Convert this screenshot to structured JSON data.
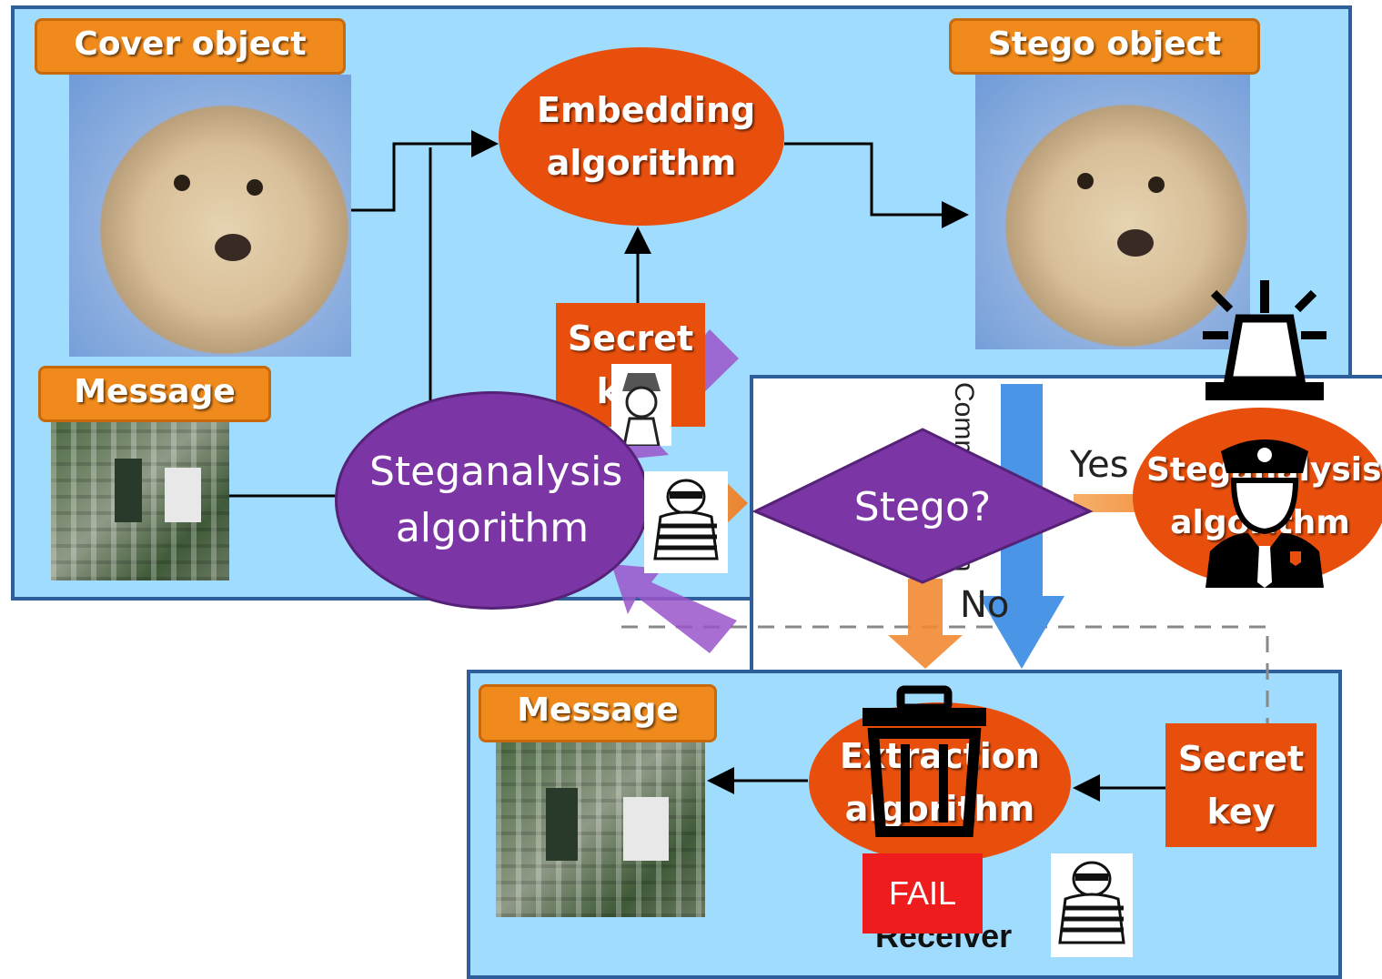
{
  "labels": {
    "cover_object": "Cover object",
    "stego_object": "Stego object",
    "message_top": "Message",
    "message_receiver": "Message",
    "embedding": "Embedding algorithm",
    "secret_key_top": "Secret key",
    "steganalysis_left": "Steganalysis algorithm",
    "stego_decision": "Stego?",
    "yes": "Yes",
    "no": "No",
    "steganalysis_right": "Steganalysis algorithm",
    "extraction": "Extraction algorithm",
    "secret_key_receiver": "Secret key",
    "fail": "FAIL",
    "receiver": "Receiver",
    "vertical_text": "Communication"
  },
  "icons": [
    "puppy-photo",
    "aerial-photo",
    "detective-icon",
    "thief-icon",
    "police-officer-icon",
    "alarm-light-icon",
    "trash-can-icon"
  ],
  "colors": {
    "panel_fill": "#9fdcfd",
    "panel_border": "#2f5f9b",
    "tag_orange": "#f08a1c",
    "algorithm_orange": "#e84f0d",
    "steganalysis_purple": "#7b35a5",
    "flow_blue": "#4a95e6",
    "fail_red": "#ee1c1c"
  }
}
